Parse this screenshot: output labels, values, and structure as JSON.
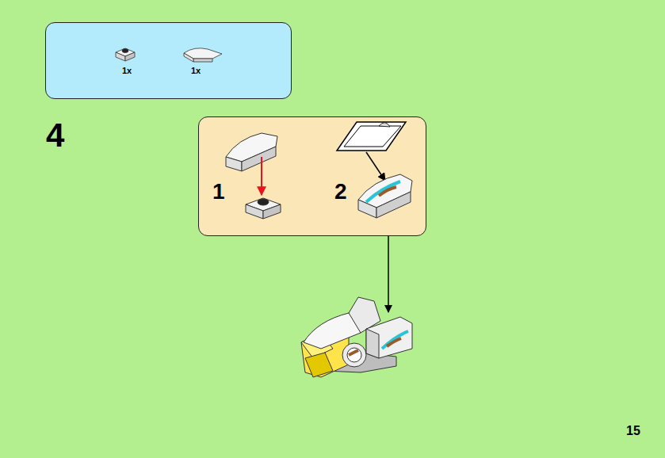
{
  "diagram": {
    "nodes": [
      {
        "text": [
          "1x",
          "1x"
        ]
      },
      {
        "text": [
          "1",
          "2"
        ]
      }
    ],
    "labels": [
      "4",
      "15"
    ]
  }
}
